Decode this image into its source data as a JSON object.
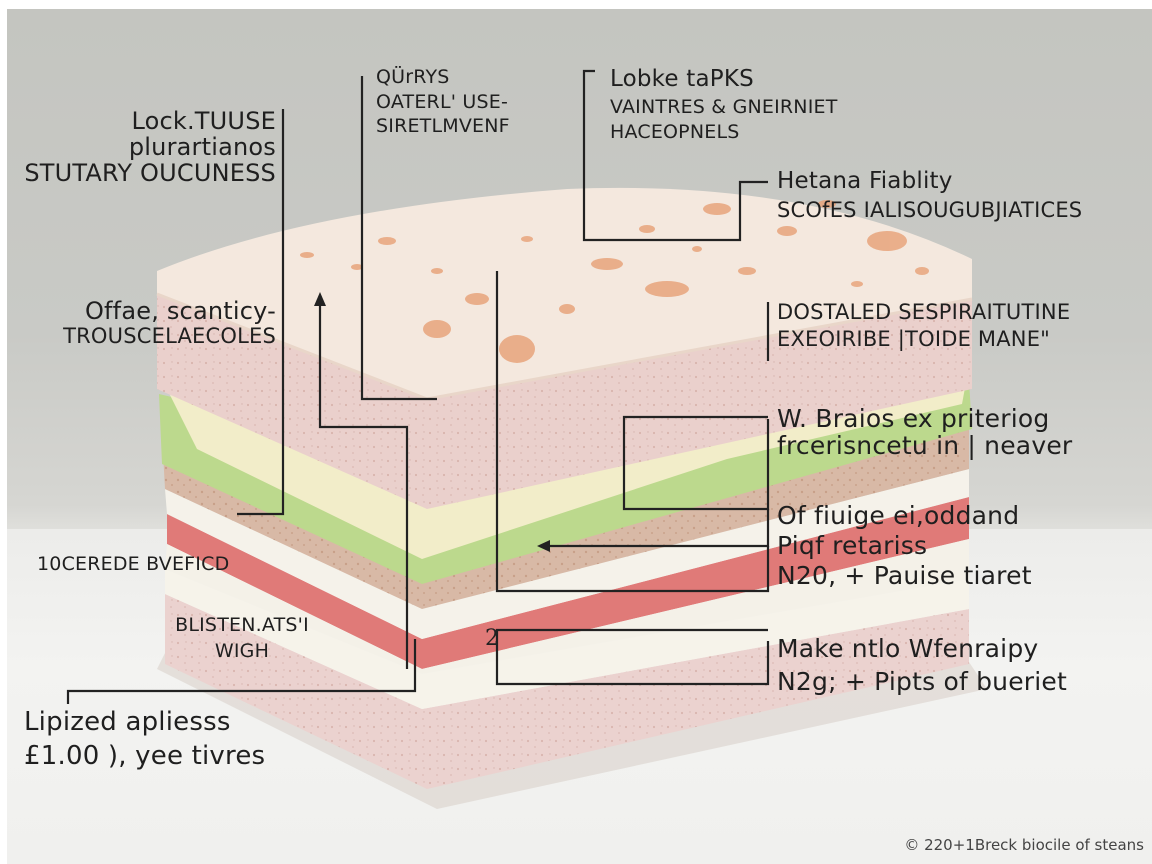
{
  "diagram": {
    "subject": "layered sandwich cross-section",
    "colors": {
      "background": "#c7c8c3",
      "tabletop": "#efefec",
      "top_crust": "#f3e6dd",
      "crumb_pink": "#e8cfca",
      "crumb_tan": "#d7b8a3",
      "cheese": "#f2edc9",
      "lettuce": "#b9d98c",
      "cream": "#f6f3ea",
      "ham_red": "#e07a78",
      "speckle": "#e8a47c",
      "leader_line": "#222222"
    },
    "labels": [
      {
        "id": "top-left",
        "lines": [
          "Lock.TUUSE",
          "plurartianos",
          "STUTARY OUCUNESS"
        ]
      },
      {
        "id": "top-center-left",
        "lines": [
          "QÜrRYS",
          "OATERL' USE-",
          "SIRETLMVENF"
        ]
      },
      {
        "id": "top-center-right",
        "lines": [
          "Lobke taPKS",
          "VAINTRES & GNEIRNIET",
          "HACEOPNELS"
        ]
      },
      {
        "id": "right-1",
        "lines": [
          "Hetana Fiablity",
          "SCOfES IALISOUGUBJIATICES"
        ]
      },
      {
        "id": "left-2",
        "lines": [
          "Offae, scanticy-",
          "TROUSCELAECOLES"
        ]
      },
      {
        "id": "right-2",
        "lines": [
          "DOSTALED SESPIRAITUTINE",
          "EXEOIRIBE |TOIDE MANE\""
        ]
      },
      {
        "id": "right-3",
        "lines": [
          "W. Braios ex priteriog",
          "frcerisncetu in | neaver"
        ]
      },
      {
        "id": "right-4",
        "lines": [
          "Of fiuige ei,oddand",
          "Piqf retariss",
          "N20, + Pauise tiaret"
        ]
      },
      {
        "id": "left-3",
        "lines": [
          "10CEREDE BVEFICD"
        ]
      },
      {
        "id": "right-5",
        "lines": [
          "Make ntlo Wfenraipy",
          "N2g; + Pipts of bueriet"
        ]
      },
      {
        "id": "left-4",
        "lines": [
          "BLISTEN.ATS'I",
          "WIGH"
        ]
      },
      {
        "id": "bottom-left",
        "lines": [
          "Lipized apliesss",
          "£1.00 ), yee tivres"
        ]
      }
    ],
    "marker_glyph": "2",
    "credit": "© 220+1Breck biocile of steans"
  }
}
